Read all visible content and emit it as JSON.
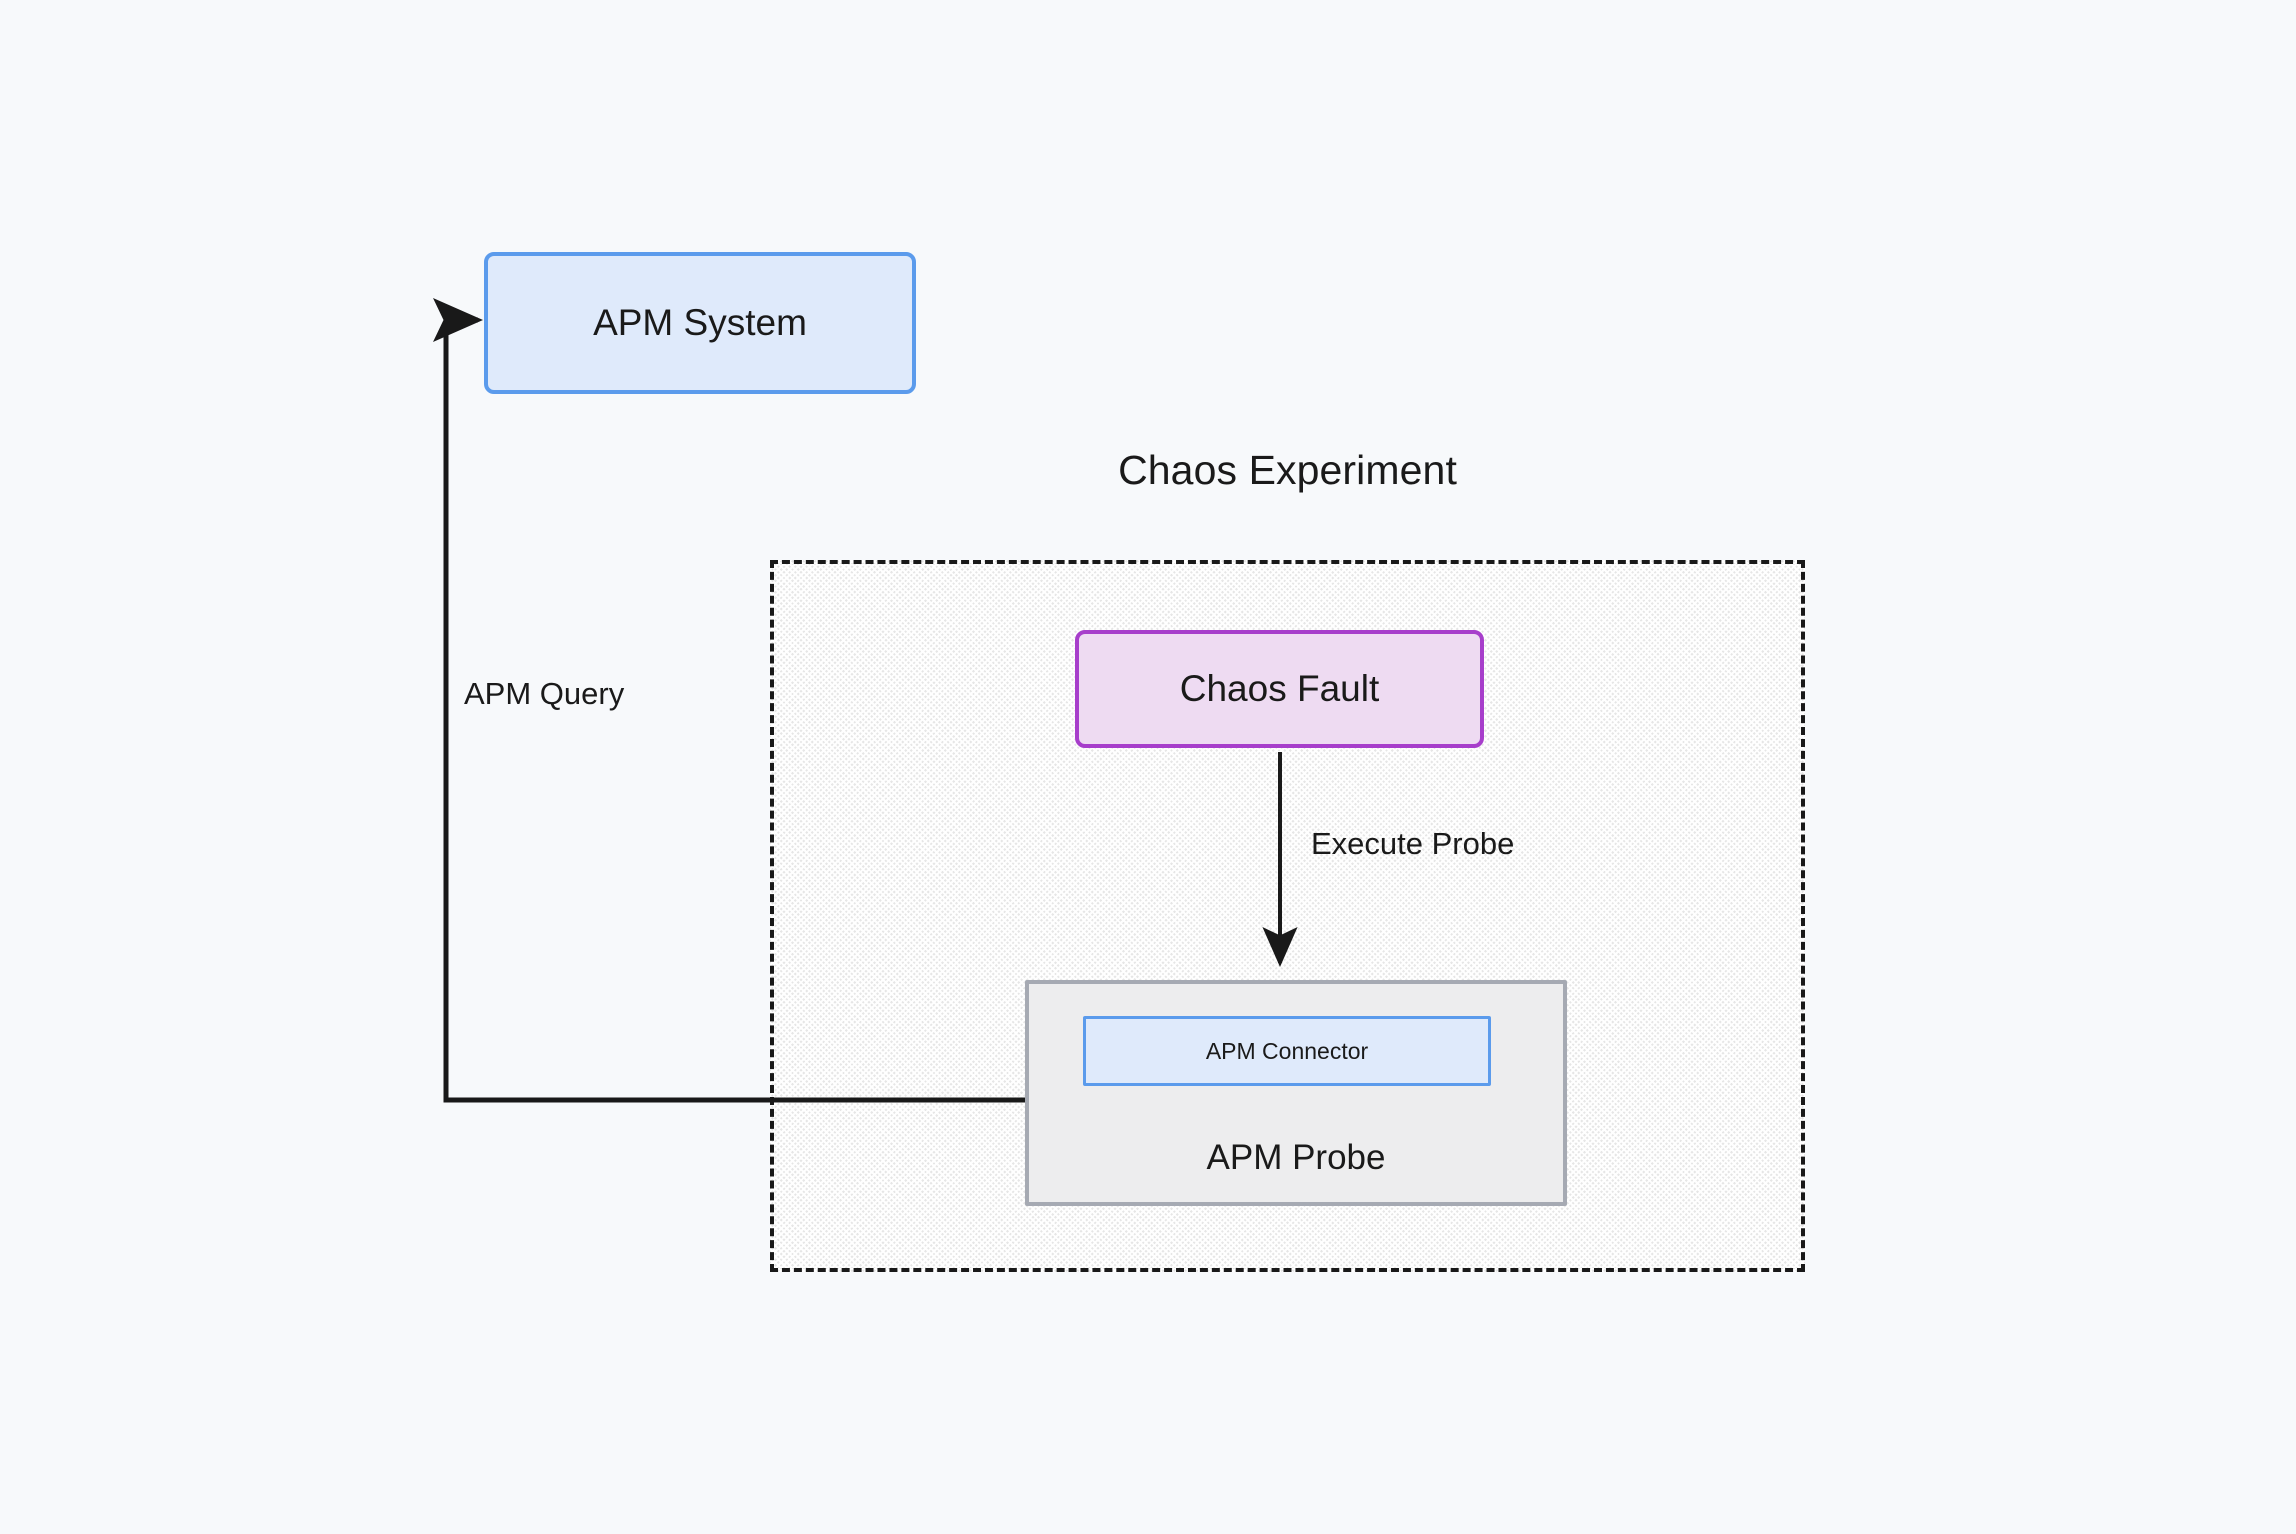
{
  "diagram": {
    "title": "Chaos Experiment",
    "background_color": "#f7f9fb",
    "container": {
      "label": "Chaos Experiment",
      "style": "dashed-hatched",
      "border_color": "#191919",
      "fill_color": "#e6e6e6"
    },
    "nodes": [
      {
        "id": "apm-system",
        "label": "APM System",
        "fill_color": "#dfeafb",
        "border_color": "#5b9bec",
        "inside_container": false
      },
      {
        "id": "chaos-fault",
        "label": "Chaos Fault",
        "fill_color": "#eedbf2",
        "border_color": "#a73ecb",
        "inside_container": true
      },
      {
        "id": "apm-probe",
        "label": "APM Probe",
        "fill_color": "#ededee",
        "border_color": "#a6aab3",
        "inside_container": true
      },
      {
        "id": "apm-connector",
        "label": "APM Connector",
        "fill_color": "#dfeafb",
        "border_color": "#5b9bec",
        "inside_container": true,
        "parent": "apm-probe"
      }
    ],
    "edges": [
      {
        "id": "execute-probe",
        "label": "Execute Probe",
        "from": "chaos-fault",
        "to": "apm-probe",
        "arrow": "down",
        "color": "#191919"
      },
      {
        "id": "apm-query",
        "label": "APM Query",
        "from": "apm-probe",
        "to": "apm-system",
        "arrow": "right",
        "color": "#191919"
      }
    ]
  }
}
